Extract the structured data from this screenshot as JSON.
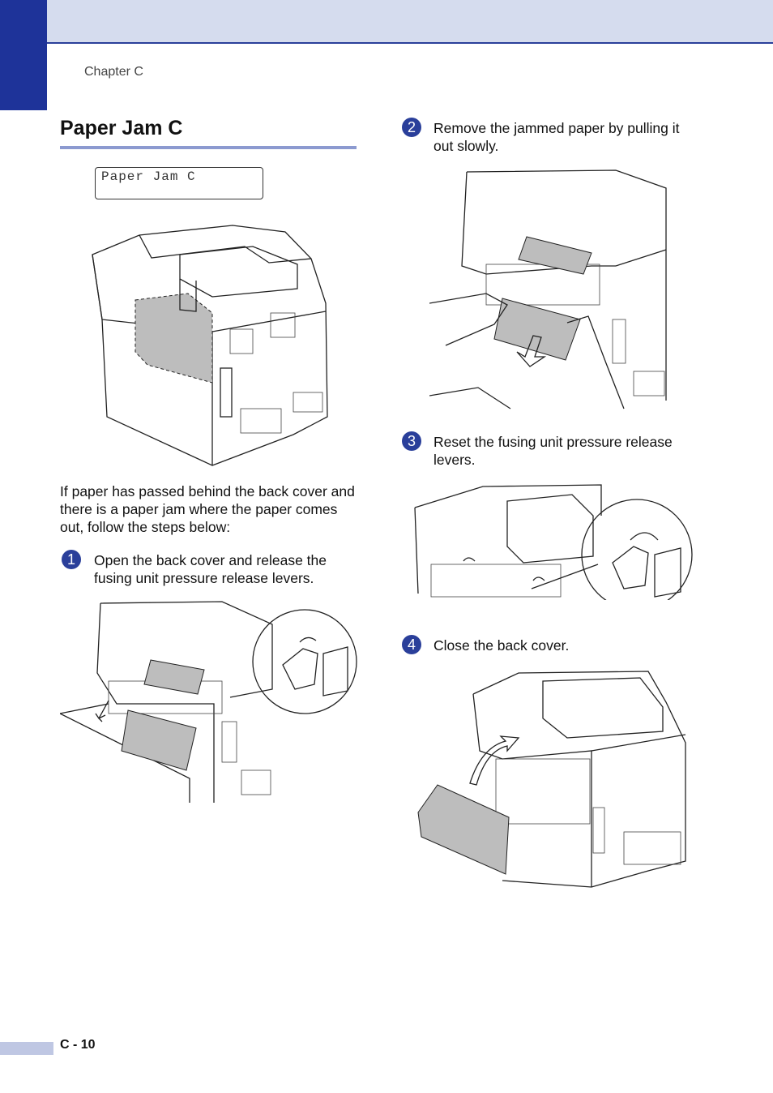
{
  "header": {
    "chapter": "Chapter C"
  },
  "section": {
    "title": "Paper Jam C",
    "lcd_text": "Paper Jam C"
  },
  "intro": "If paper has passed behind the back cover and there is a paper jam where the paper comes out, follow the steps below:",
  "steps": [
    {
      "number": "1",
      "text": "Open the back cover and release the fusing unit pressure release levers."
    },
    {
      "number": "2",
      "text": "Remove the jammed paper by pulling it out slowly."
    },
    {
      "number": "3",
      "text": "Reset the fusing unit pressure release levers."
    },
    {
      "number": "4",
      "text": "Close the back cover."
    }
  ],
  "footer": {
    "page": "C - 10"
  },
  "colors": {
    "accent": "#1e3399",
    "band": "#d5dcee",
    "rule": "#8c9ad0"
  }
}
